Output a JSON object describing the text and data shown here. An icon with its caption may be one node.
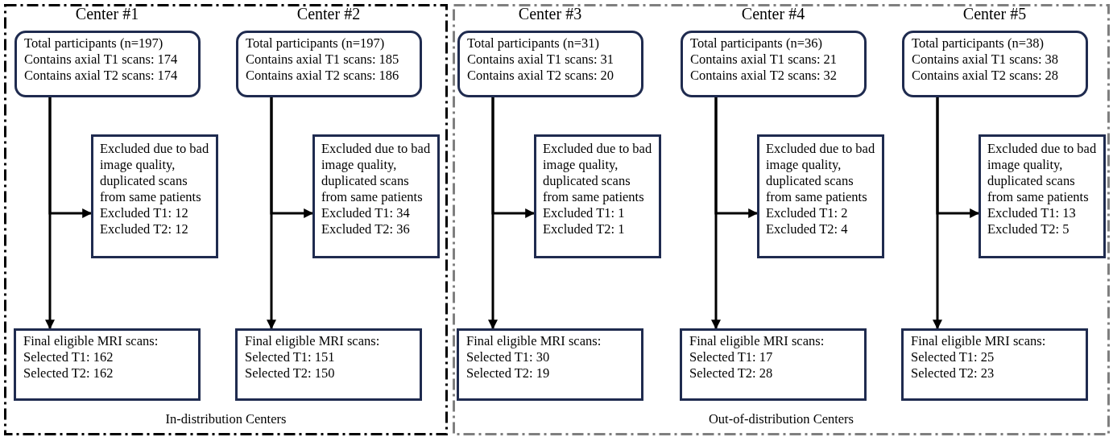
{
  "diagram": {
    "nodes": [
      {
        "text": [
          "In-distribution Centers"
        ]
      },
      {
        "text": [
          "Total participants (n=197)",
          "Contains axial T1 scans: 174",
          "Contains axial T2 scans: 174"
        ],
        "beside": [
          "Center #1"
        ],
        "in": 0
      },
      {
        "text": [
          "Excluded due to bad image quality, duplicated scans from same patients",
          "Excluded T1: 12",
          "Excluded T2: 12"
        ],
        "in": 0
      },
      {
        "text": [
          "Final eligible MRI scans:",
          "Selected T1: 162",
          "Selected T2: 162"
        ],
        "in": 0
      },
      {
        "text": [
          "Total participants (n=197)",
          "Contains axial T1 scans: 185",
          "Contains axial T2 scans: 186"
        ],
        "beside": [
          "Center #2"
        ],
        "in": 0
      },
      {
        "text": [
          "Excluded due to bad image quality, duplicated scans from same patients",
          "Excluded T1: 34",
          "Excluded T2: 36"
        ],
        "in": 0
      },
      {
        "text": [
          "Final eligible MRI scans:",
          "Selected T1: 151",
          "Selected T2: 150"
        ],
        "in": 0
      },
      {
        "text": [
          "Out-of-distribution Centers"
        ]
      },
      {
        "text": [
          "Total participants (n=31)",
          "Contains axial T1 scans: 31",
          "Contains axial T2 scans: 20"
        ],
        "beside": [
          "Center #3"
        ],
        "in": 7
      },
      {
        "text": [
          "Excluded due to bad image quality, duplicated scans from same patients",
          "Excluded T1: 1",
          "Excluded T2: 1"
        ],
        "in": 7
      },
      {
        "text": [
          "Final eligible MRI scans:",
          "Selected T1: 30",
          "Selected T2: 19"
        ],
        "in": 7
      },
      {
        "text": [
          "Total participants (n=36)",
          "Contains axial T1 scans: 21",
          "Contains axial T2 scans: 32"
        ],
        "beside": [
          "Center #4"
        ],
        "in": 7
      },
      {
        "text": [
          "Excluded due to bad image quality, duplicated scans from same patients",
          "Excluded T1: 2",
          "Excluded T2: 4"
        ],
        "in": 7
      },
      {
        "text": [
          "Final eligible MRI scans:",
          "Selected T1: 17",
          "Selected T2: 28"
        ],
        "in": 7
      },
      {
        "text": [
          "Total participants (n=38)",
          "Contains axial T1 scans: 38",
          "Contains axial T2 scans: 28"
        ],
        "beside": [
          "Center #5"
        ],
        "in": 7
      },
      {
        "text": [
          "Excluded due to bad image quality, duplicated scans from same patients",
          "Excluded T1: 13",
          "Excluded T2: 5"
        ],
        "in": 7
      },
      {
        "text": [
          "Final eligible MRI scans:",
          "Selected T1: 25",
          "Selected T2: 23"
        ],
        "in": 7
      }
    ],
    "edges": [
      {
        "from": 1,
        "to": 3,
        "arrow": "to"
      },
      {
        "from": 1,
        "to": 2,
        "arrow": "to"
      },
      {
        "from": 4,
        "to": 6,
        "arrow": "to"
      },
      {
        "from": 4,
        "to": 5,
        "arrow": "to"
      },
      {
        "from": 8,
        "to": 10,
        "arrow": "to"
      },
      {
        "from": 8,
        "to": 9,
        "arrow": "to"
      },
      {
        "from": 11,
        "to": 13,
        "arrow": "to"
      },
      {
        "from": 11,
        "to": 12,
        "arrow": "to"
      },
      {
        "from": 14,
        "to": 16,
        "arrow": "to"
      },
      {
        "from": 14,
        "to": 15,
        "arrow": "to"
      }
    ]
  }
}
